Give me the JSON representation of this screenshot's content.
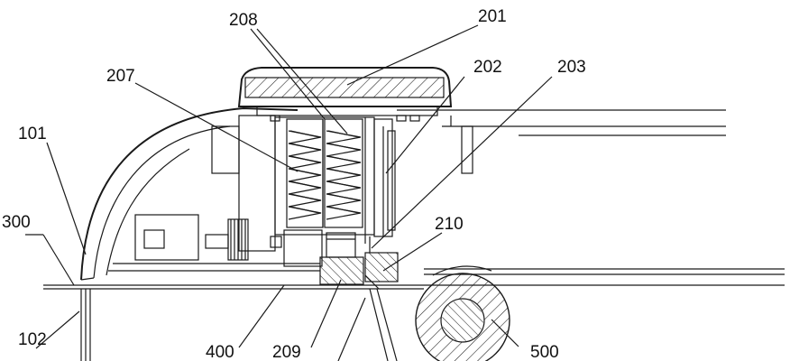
{
  "labels": {
    "l101": "101",
    "l102": "102",
    "l201": "201",
    "l202": "202",
    "l203": "203",
    "l207": "207",
    "l208": "208",
    "l209": "209",
    "l210": "210",
    "l300": "300",
    "l400": "400",
    "l500": "500"
  },
  "colors": {
    "line": "#1a1a1a",
    "background": "#ffffff"
  }
}
